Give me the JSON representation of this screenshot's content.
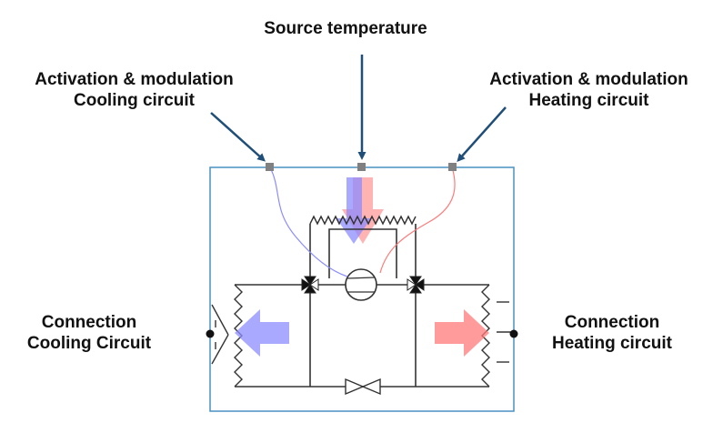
{
  "labels": {
    "source_temperature": "Source temperature",
    "cooling_activation": {
      "line1": "Activation & modulation",
      "line2": "Cooling circuit"
    },
    "heating_activation": {
      "line1": "Activation & modulation",
      "line2": "Heating circuit"
    },
    "connection_cooling": {
      "line1": "Connection",
      "line2": "Cooling Circuit"
    },
    "connection_heating": {
      "line1": "Connection",
      "line2": "Heating circuit"
    }
  },
  "colors": {
    "frame": "#4a90c2",
    "arrow": "#1f4e79",
    "cooling": "#8c8cff",
    "heating": "#ff7a7a",
    "pipe": "#333333"
  }
}
